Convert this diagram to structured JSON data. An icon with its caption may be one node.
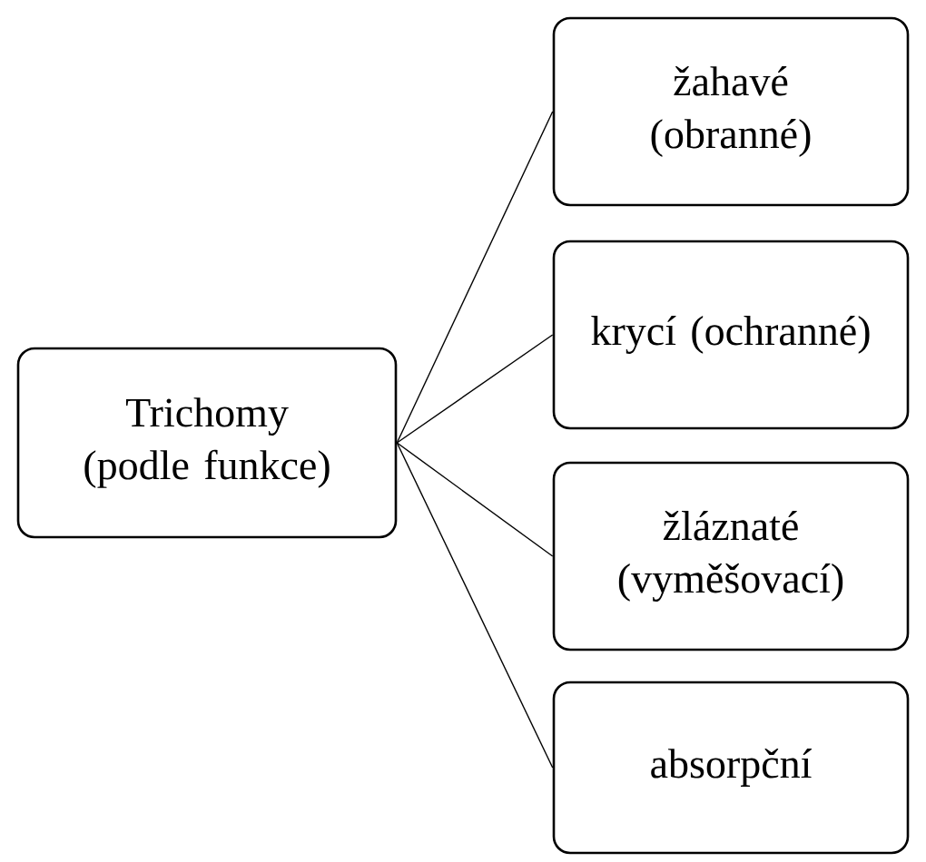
{
  "diagram": {
    "nodes": [
      {
        "text": [
          "Trichomy (podle funkce)"
        ]
      },
      {
        "text": [
          "žahavé (obranné)"
        ]
      },
      {
        "text": [
          "krycí (ochranné)"
        ]
      },
      {
        "text": [
          "žláznaté (vyměšovací)"
        ]
      },
      {
        "text": [
          "absorpční"
        ]
      }
    ],
    "edges": [
      {
        "from": 0,
        "to": 1,
        "arrow": "none"
      },
      {
        "from": 0,
        "to": 2,
        "arrow": "none"
      },
      {
        "from": 0,
        "to": 3,
        "arrow": "none"
      },
      {
        "from": 0,
        "to": 4,
        "arrow": "none"
      }
    ]
  }
}
